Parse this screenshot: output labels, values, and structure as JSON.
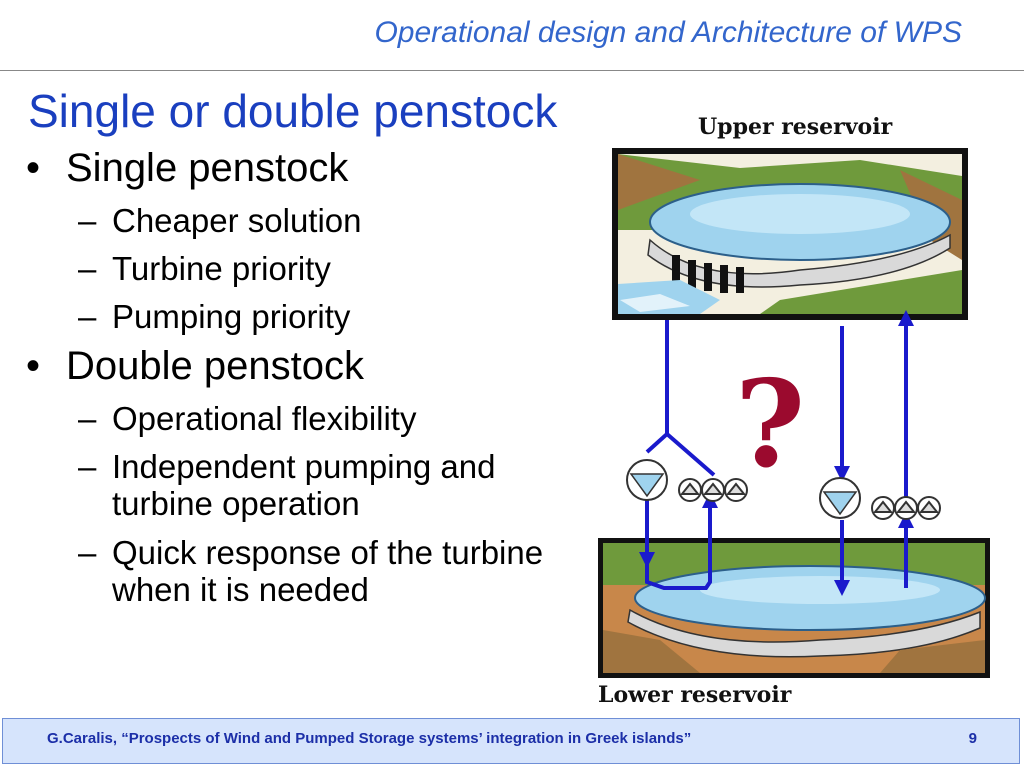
{
  "header": {
    "title": "Operational design and Architecture of WPS"
  },
  "slide": {
    "title": "Single or double penstock",
    "bullets": [
      {
        "marker": "•",
        "text": "Single penstock",
        "items": [
          "Cheaper solution",
          "Turbine priority",
          "Pumping priority"
        ]
      },
      {
        "marker": "•",
        "text": "Double penstock",
        "items": [
          "Operational flexibility",
          "Independent pumping and turbine operation",
          "Quick response of the turbine when it is needed"
        ]
      }
    ],
    "dash": "–"
  },
  "diagram": {
    "upper_label": "Upper reservoir",
    "lower_label": "Lower reservoir",
    "question_mark": "?",
    "colors": {
      "pipe": "#1a1acc",
      "question": "#9b0a2e",
      "water": "#9fd3ee"
    }
  },
  "footer": {
    "citation": "G.Caralis, “Prospects of Wind and Pumped Storage systems’ integration in Greek islands”",
    "page": "9"
  }
}
